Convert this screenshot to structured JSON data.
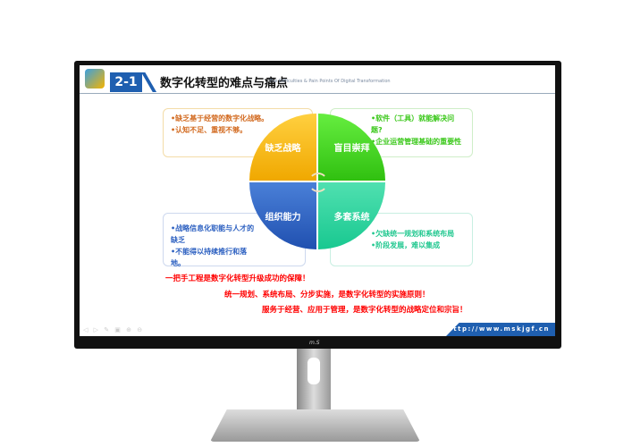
{
  "slide": {
    "number": "2-1",
    "title": "数字化转型的难点与痛点",
    "subtitle": "The Difficulties & Pain Points Of Digital Transformation",
    "quadrants": [
      {
        "label": "缺乏战略",
        "color": "#f5b400"
      },
      {
        "label": "盲目崇拜",
        "color": "#3cd21c"
      },
      {
        "label": "组织能力",
        "color": "#2b5fc0"
      },
      {
        "label": "多套系统",
        "color": "#22d6a0"
      }
    ],
    "boxes": [
      {
        "items": [
          "•缺乏基于经营的数字化战略。",
          "•认知不足、重视不够。"
        ]
      },
      {
        "items": [
          "•软件（工具）就能解决问题?",
          "•企业运营管理基础的重要性"
        ]
      },
      {
        "items": [
          "•战略信息化职能与人才的缺乏",
          "•不能得以持续推行和落地。"
        ]
      },
      {
        "items": [
          "•欠缺统一规划和系统布局",
          "•阶段发展，难以集成"
        ]
      }
    ],
    "statements": [
      "一把手工程是数字化转型升级成功的保障！",
      "统一规划、系统布局、分步实施，是数字化转型的实施原则！",
      "服务于经营、应用于管理，是数字化转型的战略定位和宗旨！"
    ],
    "url": "http://www.mskjgf.cn",
    "controls": "◁ ▷ ✎ ▣ ⊕ ⊖"
  },
  "monitor": {
    "brand": "m.S"
  }
}
